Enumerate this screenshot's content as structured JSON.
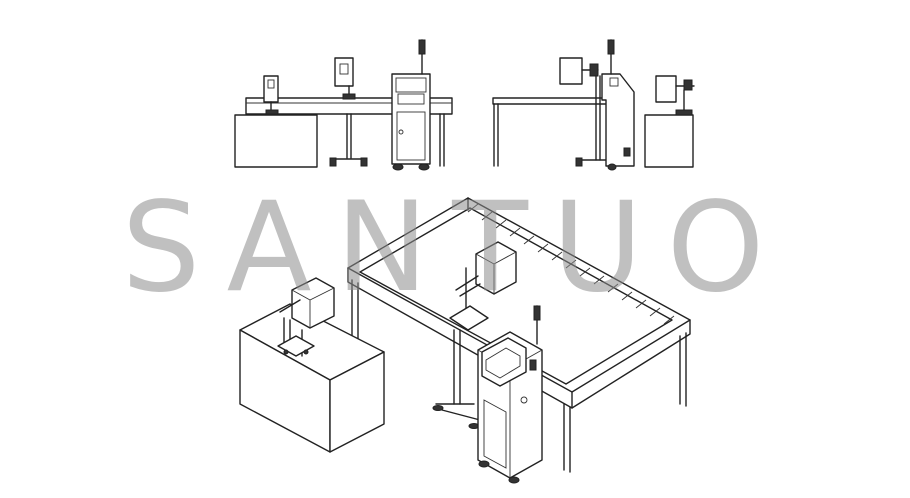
{
  "watermark": {
    "text": "SANTUO",
    "color": "#8c8c8c"
  },
  "diagram": {
    "views": [
      "front-view",
      "side-view",
      "isometric-view"
    ],
    "line_color": "#222222",
    "background": "#ffffff"
  }
}
